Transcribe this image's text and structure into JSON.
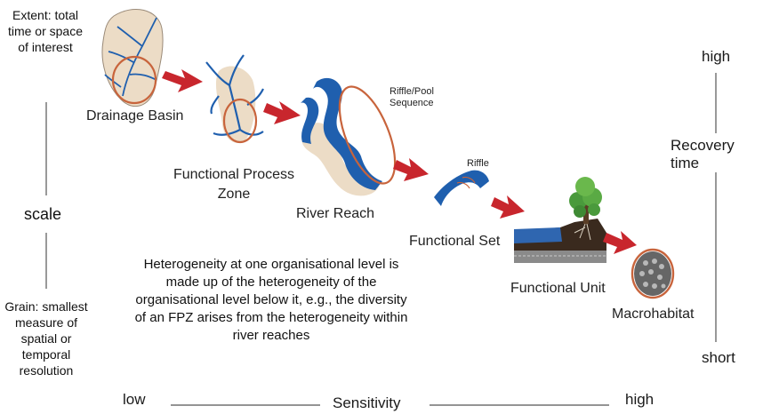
{
  "left_axis": {
    "extent": "Extent: total time or space of interest",
    "scale": "scale",
    "grain": "Grain: smallest measure of spatial or temporal resolution"
  },
  "right_axis": {
    "high": "high",
    "title": "Recovery time",
    "low": "short"
  },
  "bottom_axis": {
    "low": "low",
    "title": "Sensitivity",
    "high": "high"
  },
  "stages": [
    {
      "label": "Drainage Basin"
    },
    {
      "label": "Functional Process Zone"
    },
    {
      "label": "River Reach"
    },
    {
      "label": "Functional Set"
    },
    {
      "label": "Functional Unit"
    },
    {
      "label": "Macrohabitat"
    }
  ],
  "callouts": {
    "riffle_pool": "Riffle/Pool Sequence",
    "riffle": "Riffle"
  },
  "description": "Heterogeneity at one organisational level is made up of the heterogeneity of the organisational level below it, e.g., the diversity of an FPZ arises from the heterogeneity within river reaches",
  "colors": {
    "arrow": "#c8262d",
    "ring": "#c8643c",
    "river": "#1f5fae",
    "basin": "#ecdcc6"
  }
}
